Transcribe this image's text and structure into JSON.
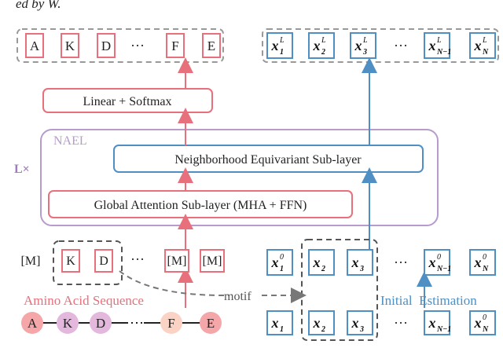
{
  "caption_fragment": "ed by W.",
  "output_tokens": [
    "A",
    "K",
    "D",
    "···",
    "F",
    "E"
  ],
  "output_coords": [
    {
      "base": "x",
      "sub": "1",
      "sup": "L"
    },
    {
      "base": "x",
      "sub": "2",
      "sup": "L"
    },
    {
      "base": "x",
      "sub": "3",
      "sup": "L"
    },
    {
      "base": "···",
      "sub": "",
      "sup": ""
    },
    {
      "base": "x",
      "sub": "N−1",
      "sup": "L"
    },
    {
      "base": "x",
      "sub": "N",
      "sup": "L"
    }
  ],
  "linear_softmax_label": "Linear + Softmax",
  "nael_label": "NAEL",
  "repeat_label": "L×",
  "neq_label": "Neighborhood Equivariant Sub-layer",
  "global_attn_label": "Global Attention Sub-layer (MHA + FFN)",
  "masked_tokens": [
    "[M]",
    "K",
    "D",
    "···",
    "[M]",
    "[M]"
  ],
  "input_coords": [
    {
      "base": "x",
      "sub": "1",
      "sup": "0"
    },
    {
      "base": "x",
      "sub": "2",
      "sup": ""
    },
    {
      "base": "x",
      "sub": "3",
      "sup": ""
    },
    {
      "base": "···",
      "sub": "",
      "sup": ""
    },
    {
      "base": "x",
      "sub": "N−1",
      "sup": "0"
    },
    {
      "base": "x",
      "sub": "N",
      "sup": "0"
    }
  ],
  "motif_label": "motif",
  "aa_seq_label": "Amino Acid Sequence",
  "init_est_label": "Initial  Estimation",
  "sequence": [
    "A",
    "K",
    "D",
    "F",
    "E"
  ],
  "true_coords": [
    {
      "base": "x",
      "sub": "1",
      "sup": ""
    },
    {
      "base": "x",
      "sub": "2",
      "sup": ""
    },
    {
      "base": "x",
      "sub": "3",
      "sup": ""
    },
    {
      "base": "···",
      "sub": "",
      "sup": ""
    },
    {
      "base": "x",
      "sub": "N−1",
      "sup": ""
    },
    {
      "base": "x",
      "sub": "N",
      "sup": "0"
    }
  ],
  "colors": {
    "red": "#e8707c",
    "blue": "#4f8fc4",
    "purple": "#b79bcc",
    "gray": "#888888",
    "node_pink": "#f4a6a9",
    "node_purple": "#e3b8dc",
    "node_peach": "#fbd3c4"
  }
}
